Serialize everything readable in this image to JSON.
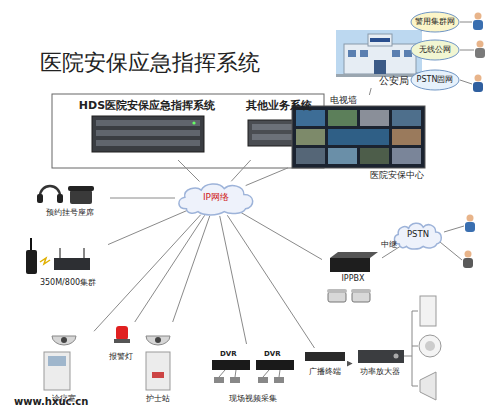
{
  "diagram": {
    "title": "医院安保应急指挥系统",
    "nodes": [
      {
        "text": [
          "HDS医院安保应急指挥系统"
        ]
      },
      {
        "text": [
          "其他业务系统"
        ]
      },
      {
        "text": [
          "公安局"
        ]
      },
      {
        "text": [
          "警用集群网"
        ]
      },
      {
        "text": [
          "无线公网"
        ]
      },
      {
        "text": [
          "PSTN固网"
        ]
      },
      {
        "text": [
          "电视墙",
          "医院安保中心"
        ]
      },
      {
        "text": [
          "IP网络"
        ]
      },
      {
        "text": [
          "预约挂号座席"
        ]
      },
      {
        "text": [
          "350M/800集群"
        ]
      },
      {
        "text": [
          "IPPBX"
        ]
      },
      {
        "text": [
          "PSTN"
        ]
      },
      {
        "text": [
          "诊疗室"
        ]
      },
      {
        "text": [
          "报警灯"
        ]
      },
      {
        "text": [
          "护士站"
        ]
      },
      {
        "text": [
          "现场视频采集"
        ]
      },
      {
        "text": [
          "广播终端"
        ]
      },
      {
        "text": [
          "功率放大器"
        ]
      }
    ],
    "edges": [
      {
        "from": 0,
        "to": 7,
        "arrow": "none"
      },
      {
        "from": 1,
        "to": 7,
        "arrow": "none"
      },
      {
        "from": 3,
        "to": 2,
        "arrow": "none"
      },
      {
        "from": 4,
        "to": 2,
        "arrow": "none"
      },
      {
        "from": 5,
        "to": 2,
        "arrow": "none"
      },
      {
        "from": 2,
        "to": 6,
        "arrow": "none"
      },
      {
        "from": 6,
        "to": 7,
        "arrow": "none"
      },
      {
        "from": 8,
        "to": 7,
        "arrow": "none"
      },
      {
        "from": 9,
        "to": 7,
        "arrow": "none"
      },
      {
        "from": 7,
        "to": 10,
        "arrow": "none"
      },
      {
        "from": 10,
        "to": 11,
        "label": "中继",
        "arrow": "none"
      },
      {
        "from": 7,
        "to": 12,
        "arrow": "none"
      },
      {
        "from": 7,
        "to": 13,
        "arrow": "none"
      },
      {
        "from": 7,
        "to": 14,
        "arrow": "none"
      },
      {
        "from": 7,
        "to": 15,
        "arrow": "none"
      },
      {
        "from": 7,
        "to": 16,
        "arrow": "none"
      },
      {
        "from": 16,
        "to": 17,
        "arrow": "to"
      }
    ],
    "labels": [
      "DVR",
      "DVR",
      "www.hxuc.cn"
    ]
  }
}
